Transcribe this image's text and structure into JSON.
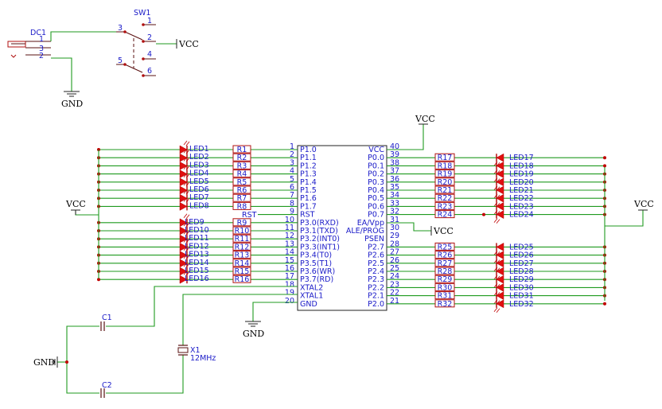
{
  "power": {
    "vcc": "VCC",
    "gnd": "GND"
  },
  "dc_jack": {
    "ref": "DC1",
    "pins": [
      "1",
      "3",
      "2"
    ]
  },
  "switch": {
    "ref": "SW1",
    "pins": [
      "1",
      "2",
      "3",
      "4",
      "5",
      "6"
    ]
  },
  "mcu": {
    "left_pins": [
      {
        "num": "1",
        "name": "P1.0"
      },
      {
        "num": "2",
        "name": "P1.1"
      },
      {
        "num": "3",
        "name": "P1.2"
      },
      {
        "num": "4",
        "name": "P1.3"
      },
      {
        "num": "5",
        "name": "P1.4"
      },
      {
        "num": "6",
        "name": "P1.5"
      },
      {
        "num": "7",
        "name": "P1.6"
      },
      {
        "num": "8",
        "name": "P1.7"
      },
      {
        "num": "9",
        "name": "RST"
      },
      {
        "num": "10",
        "name": "P3.0(RXD)"
      },
      {
        "num": "11",
        "name": "P3.1(TXD)"
      },
      {
        "num": "12",
        "name": "P3.2(INT0)"
      },
      {
        "num": "13",
        "name": "P3.3(INT1)"
      },
      {
        "num": "14",
        "name": "P3.4(T0)"
      },
      {
        "num": "15",
        "name": "P3.5(T1)"
      },
      {
        "num": "16",
        "name": "P3.6(WR)"
      },
      {
        "num": "17",
        "name": "P3.7(RD)"
      },
      {
        "num": "18",
        "name": "XTAL2"
      },
      {
        "num": "19",
        "name": "XTAL1"
      },
      {
        "num": "20",
        "name": "GND"
      }
    ],
    "right_pins": [
      {
        "num": "40",
        "name": "VCC"
      },
      {
        "num": "39",
        "name": "P0.0"
      },
      {
        "num": "38",
        "name": "P0.1"
      },
      {
        "num": "37",
        "name": "P0.2"
      },
      {
        "num": "36",
        "name": "P0.3"
      },
      {
        "num": "35",
        "name": "P0.4"
      },
      {
        "num": "34",
        "name": "P0.5"
      },
      {
        "num": "33",
        "name": "P0.6"
      },
      {
        "num": "32",
        "name": "P0.7"
      },
      {
        "num": "31",
        "name": "EA/Vpp"
      },
      {
        "num": "30",
        "name": "ALE/PROG"
      },
      {
        "num": "29",
        "name": "PSEN"
      },
      {
        "num": "28",
        "name": "P2.7"
      },
      {
        "num": "27",
        "name": "P2.6"
      },
      {
        "num": "26",
        "name": "P2.5"
      },
      {
        "num": "25",
        "name": "P2.4"
      },
      {
        "num": "24",
        "name": "P2.3"
      },
      {
        "num": "23",
        "name": "P2.2"
      },
      {
        "num": "22",
        "name": "P2.1"
      },
      {
        "num": "21",
        "name": "P2.0"
      }
    ],
    "rst_net": "RST"
  },
  "left_resistors_a": [
    "R1",
    "R2",
    "R3",
    "R4",
    "R5",
    "R6",
    "R7",
    "R8"
  ],
  "left_leds_a": [
    "LED1",
    "LED2",
    "LED3",
    "LED4",
    "LED5",
    "LED6",
    "LED7",
    "LED8"
  ],
  "left_resistors_b": [
    "R9",
    "R10",
    "R11",
    "R12",
    "R13",
    "R14",
    "R15",
    "R16"
  ],
  "left_leds_b": [
    "LED9",
    "LED10",
    "LED11",
    "LED12",
    "LED13",
    "LED14",
    "LED15",
    "LED16"
  ],
  "right_resistors_a": [
    "R17",
    "R18",
    "R19",
    "R20",
    "R21",
    "R22",
    "R23",
    "R24"
  ],
  "right_leds_a": [
    "LED17",
    "LED18",
    "LED19",
    "LED20",
    "LED21",
    "LED22",
    "LED23",
    "LED24"
  ],
  "right_resistors_b": [
    "R25",
    "R26",
    "R27",
    "R28",
    "R29",
    "R30",
    "R31",
    "R32"
  ],
  "right_leds_b": [
    "LED25",
    "LED26",
    "LED27",
    "LED28",
    "LED29",
    "LED30",
    "LED31",
    "LED32"
  ],
  "capacitors": [
    "C1",
    "C2"
  ],
  "crystal": {
    "ref": "X1",
    "value": "12MHz"
  }
}
